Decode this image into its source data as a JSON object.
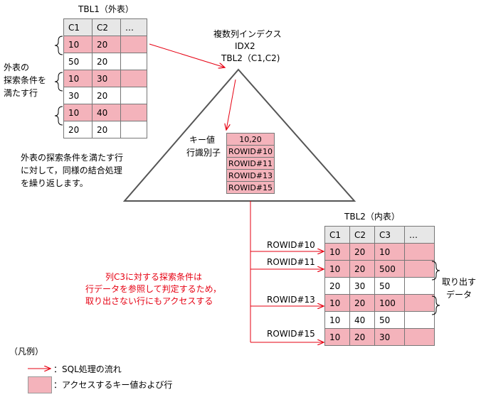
{
  "tbl1": {
    "title": "TBL1（外表）",
    "headers": [
      "C1",
      "C2",
      "…"
    ],
    "rows": [
      {
        "c1": "10",
        "c2": "20",
        "hl": true
      },
      {
        "c1": "50",
        "c2": "20",
        "hl": false
      },
      {
        "c1": "10",
        "c2": "30",
        "hl": true
      },
      {
        "c1": "30",
        "c2": "20",
        "hl": false
      },
      {
        "c1": "10",
        "c2": "40",
        "hl": true
      },
      {
        "c1": "20",
        "c2": "20",
        "hl": false
      }
    ],
    "side_label": [
      "外表の",
      "探索条件を",
      "満たす行"
    ]
  },
  "index": {
    "title1": "複数列インデクス",
    "title2": "IDX2",
    "title3": "TBL2（C1,C2)",
    "key_label": "キー値",
    "rowid_label": "行識別子",
    "key_value": "10,20",
    "rowids": [
      "ROWID#10",
      "ROWID#11",
      "ROWID#13",
      "ROWID#15"
    ]
  },
  "note_left": [
    "外表の探索条件を満たす行",
    "に対して，同様の結合処理",
    "を繰り返します。"
  ],
  "tbl2": {
    "title": "TBL2（内表）",
    "headers": [
      "C1",
      "C2",
      "C3",
      "…"
    ],
    "rows": [
      {
        "c1": "10",
        "c2": "20",
        "c3": "10",
        "hl": true
      },
      {
        "c1": "10",
        "c2": "20",
        "c3": "500",
        "hl": true
      },
      {
        "c1": "20",
        "c2": "30",
        "c3": "50",
        "hl": false
      },
      {
        "c1": "10",
        "c2": "20",
        "c3": "100",
        "hl": true
      },
      {
        "c1": "10",
        "c2": "40",
        "c3": "50",
        "hl": false
      },
      {
        "c1": "10",
        "c2": "20",
        "c3": "30",
        "hl": true
      }
    ],
    "arrow_labels": [
      "ROWID#10",
      "ROWID#11",
      "ROWID#13",
      "ROWID#15"
    ],
    "side_label": [
      "取り出す",
      "データ"
    ]
  },
  "note_red": [
    "列C3に対する探索条件は",
    "行データを参照して判定するため，",
    "取り出さない行にもアクセスする"
  ],
  "legend": {
    "title": "（凡例）",
    "arrow_text": "：SQL処理の流れ",
    "box_text": "：アクセスするキー値および行"
  },
  "colors": {
    "highlight": "#f4b3bb",
    "arrow": "#e60012",
    "header": "#e7e7e7"
  }
}
